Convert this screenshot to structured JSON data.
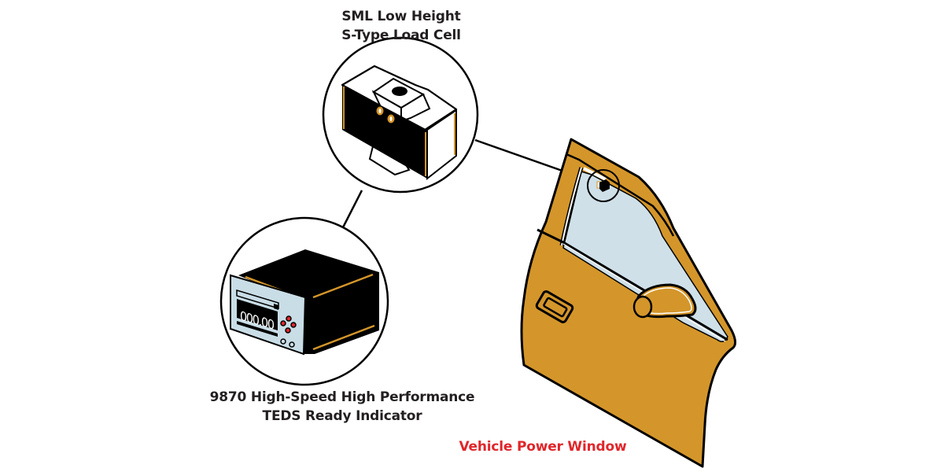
{
  "labels": {
    "load_cell": {
      "line1": "SML Low Height",
      "line2": "S-Type Load Cell"
    },
    "indicator": {
      "line1": "9870 High-Speed High Performance",
      "line2": "TEDS Ready Indicator",
      "display_reading": "000.00"
    },
    "application": "Vehicle Power Window"
  },
  "colors": {
    "accent_orange": "#d4962a",
    "glass_blue": "#cfe0e8",
    "panel_blue": "#c9dde6",
    "title_red": "#e0262b",
    "text_dark": "#231f20"
  },
  "icons": {
    "load_cell": "s-type-load-cell-icon",
    "indicator": "digital-indicator-icon",
    "door": "car-door-icon"
  }
}
